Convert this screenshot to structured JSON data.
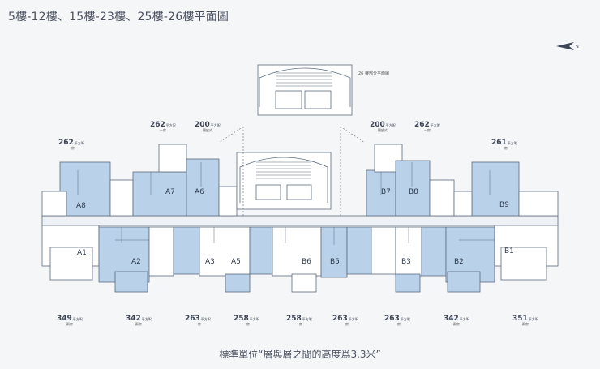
{
  "page_title": "5樓-12樓、15樓-23樓、25樓-26樓平面圖",
  "partial_plan_label": "26 樓部分平面圖",
  "caption": "標準單位“層與層之間的高度爲3.3米”",
  "colors": {
    "unit_fill": "#b9d2ea",
    "line": "#5b6b7d",
    "accent": "#6b86a8"
  },
  "units": {
    "A1": "A1",
    "A2": "A2",
    "A3": "A3",
    "A5": "A5",
    "A6": "A6",
    "A7": "A7",
    "A8": "A8",
    "B1": "B1",
    "B2": "B2",
    "B3": "B3",
    "B5": "B5",
    "B6": "B6",
    "B7": "B7",
    "B8": "B8",
    "B9": "B9"
  },
  "areas": {
    "top_a8": {
      "value": "262",
      "unit": "平方呎",
      "sub": "一房"
    },
    "top_a7": {
      "value": "262",
      "unit": "平方呎",
      "sub": "一房"
    },
    "top_a6": {
      "value": "200",
      "unit": "平方呎",
      "sub": "開放式"
    },
    "top_b7": {
      "value": "200",
      "unit": "平方呎",
      "sub": "開放式"
    },
    "top_b8": {
      "value": "262",
      "unit": "平方呎",
      "sub": "一房"
    },
    "top_b9": {
      "value": "261",
      "unit": "平方呎",
      "sub": "一房"
    },
    "bot_a1": {
      "value": "349",
      "unit": "平方呎",
      "sub": "兩房"
    },
    "bot_a2": {
      "value": "342",
      "unit": "平方呎",
      "sub": "兩房"
    },
    "bot_a3": {
      "value": "263",
      "unit": "平方呎",
      "sub": "一房"
    },
    "bot_a5": {
      "value": "258",
      "unit": "平方呎",
      "sub": "一房"
    },
    "bot_b6": {
      "value": "258",
      "unit": "平方呎",
      "sub": "一房"
    },
    "bot_b5": {
      "value": "263",
      "unit": "平方呎",
      "sub": "一房"
    },
    "bot_b3": {
      "value": "263",
      "unit": "平方呎",
      "sub": "一房"
    },
    "bot_b2": {
      "value": "342",
      "unit": "平方呎",
      "sub": "兩房"
    },
    "bot_b1": {
      "value": "351",
      "unit": "平方呎",
      "sub": "兩房"
    }
  }
}
